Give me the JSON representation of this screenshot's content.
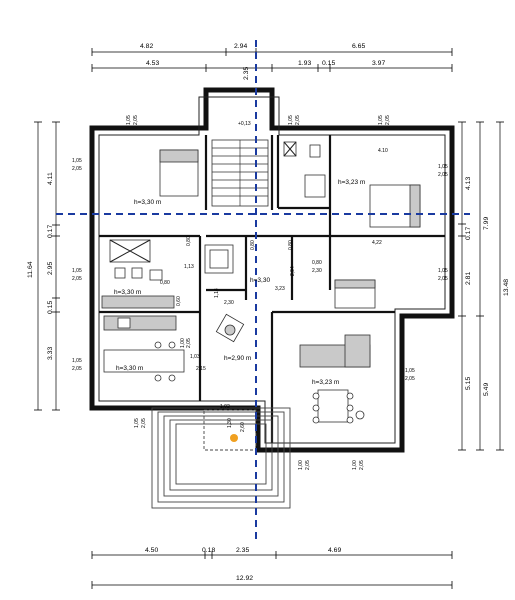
{
  "dimensions": {
    "top_overall": [
      "4.82",
      "2.94",
      "6.65"
    ],
    "top_inner": [
      "4.53",
      "2.35",
      "1.93",
      "0.15",
      "3.97"
    ],
    "bottom_inner": [
      "4.50",
      "0.18",
      "2.35",
      "4.69"
    ],
    "bottom_overall": "12.92",
    "left_outer": "11.64",
    "left_inner": [
      "4.11",
      "0.17",
      "2.95",
      "0.15",
      "3.33"
    ],
    "right_outer": "13.48",
    "right_mid": [
      "7.99",
      "5.49"
    ],
    "right_inner": [
      "4.13",
      "0.17",
      "2.81",
      "5.15"
    ]
  },
  "window_labels": {
    "w_1_05": "1,05",
    "w_2_05": "2,05",
    "w_1_00": "1,00"
  },
  "room_labels": {
    "bedroom_left": "h=3,30 m",
    "bedroom_right": "h=3,23 m",
    "bath": "h=3,30 m",
    "hall": "h=3,30",
    "kitchen": "h=3,30 m",
    "entry": "h=2,90 m",
    "living": "h=3,23 m"
  },
  "interior_dims": {
    "d_0_13": "+0,13",
    "d_4_10": "4.10",
    "d_4_22": "4,22",
    "d_1_13": "1,13",
    "d_1_14": "1,14",
    "d_2_30": "2,30",
    "d_0_80": "0,80",
    "d_2_94": "2,94",
    "d_3_23": "3,23",
    "d_0_60": "0,60",
    "d_1_03": "1,03",
    "d_2_15": "2,15",
    "d_1_30": "1,30",
    "d_2_60": "2,60",
    "d_0_80b": "0,80",
    "d_1_02": "1,02",
    "d_1_00": "1,00",
    "d_2_05": "2,05"
  },
  "colors": {
    "axis": "#1a3aa0",
    "wall": "#111111",
    "marker": "#f0a020"
  }
}
